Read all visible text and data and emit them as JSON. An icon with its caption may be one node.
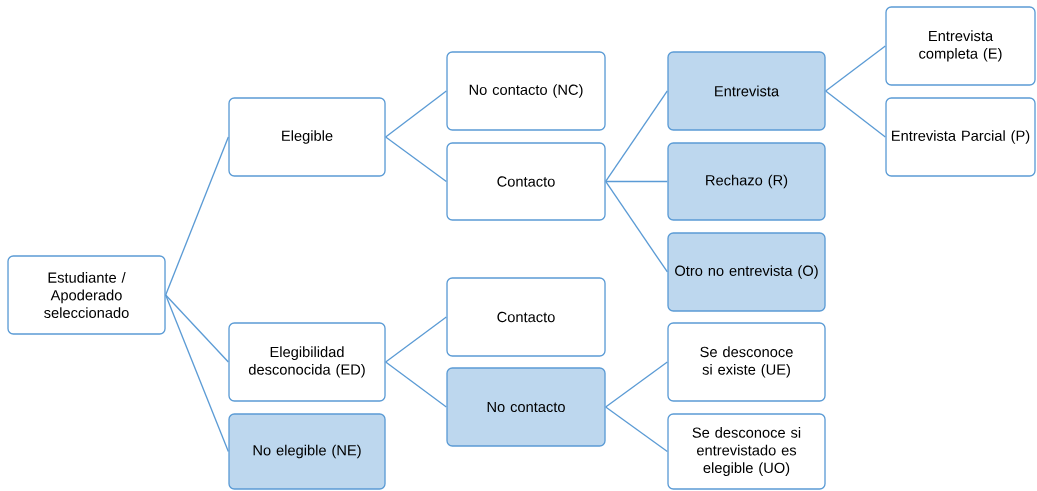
{
  "diagram": {
    "nodes": [
      {
        "text": [
          "Estudiante / Apoderado seleccionado"
        ]
      },
      {
        "text": [
          "Elegible"
        ]
      },
      {
        "text": [
          "No contacto (NC)"
        ]
      },
      {
        "text": [
          "Contacto"
        ]
      },
      {
        "text": [
          "Entrevista"
        ]
      },
      {
        "text": [
          "Entrevista completa (E)"
        ]
      },
      {
        "text": [
          "Entrevista Parcial (P)"
        ]
      },
      {
        "text": [
          "Rechazo (R)"
        ]
      },
      {
        "text": [
          "Otro no entrevista (O)"
        ]
      },
      {
        "text": [
          "Elegibilidad desconocida (ED)"
        ]
      },
      {
        "text": [
          "No elegible (NE)"
        ]
      },
      {
        "text": [
          "Contacto"
        ]
      },
      {
        "text": [
          "No contacto"
        ]
      },
      {
        "text": [
          "Se desconoce si existe (UE)"
        ]
      },
      {
        "text": [
          "Se desconoce si entrevistado es elegible (UO)"
        ]
      }
    ],
    "edges": [
      {
        "from": 0,
        "to": 1,
        "arrow": "none"
      },
      {
        "from": 0,
        "to": 9,
        "arrow": "none"
      },
      {
        "from": 0,
        "to": 10,
        "arrow": "none"
      },
      {
        "from": 1,
        "to": 2,
        "arrow": "none"
      },
      {
        "from": 1,
        "to": 3,
        "arrow": "none"
      },
      {
        "from": 3,
        "to": 4,
        "arrow": "none"
      },
      {
        "from": 3,
        "to": 7,
        "arrow": "none"
      },
      {
        "from": 3,
        "to": 8,
        "arrow": "none"
      },
      {
        "from": 4,
        "to": 5,
        "arrow": "none"
      },
      {
        "from": 4,
        "to": 6,
        "arrow": "none"
      },
      {
        "from": 9,
        "to": 11,
        "arrow": "none"
      },
      {
        "from": 9,
        "to": 12,
        "arrow": "none"
      },
      {
        "from": 12,
        "to": 13,
        "arrow": "none"
      },
      {
        "from": 12,
        "to": 14,
        "arrow": "none"
      }
    ]
  }
}
